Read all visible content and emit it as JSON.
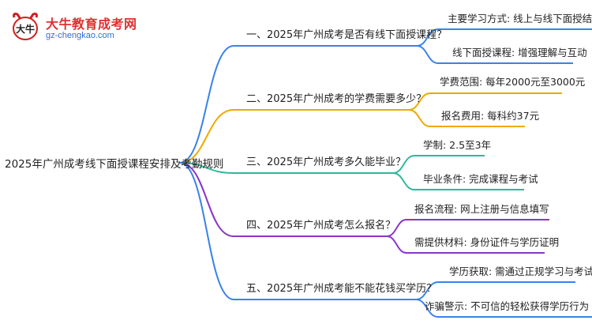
{
  "logo": {
    "title": "大牛教育成考网",
    "url": "gz-chengkao.com",
    "mark_text": "大牛",
    "colors": {
      "title": "#e03030",
      "url": "#2b6fd6"
    }
  },
  "mindmap": {
    "root": "2025年广州成考线下面授课程安排及考勤规则",
    "branches": [
      {
        "label": "一、2025年广州成考是否有线下面授课程？",
        "color": "#3a82e8",
        "leaves": [
          "主要学习方式: 线上与线下面授结合",
          "线下面授课程: 增强理解与互动"
        ]
      },
      {
        "label": "二、2025年广州成考的学费需要多少？",
        "color": "#f0a800",
        "leaves": [
          "学费范围: 每年2000元至3000元",
          "报名费用: 每科约37元"
        ]
      },
      {
        "label": "三、2025年广州成考多久能毕业？",
        "color": "#2fb89a",
        "leaves": [
          "学制: 2.5至3年",
          "毕业条件: 完成课程与考试"
        ]
      },
      {
        "label": "四、2025年广州成考怎么报名？",
        "color": "#8a35c9",
        "leaves": [
          "报名流程: 网上注册与信息填写",
          "需提供材料: 身份证件与学历证明"
        ]
      },
      {
        "label": "五、2025年广州成考能不能花钱买学历？",
        "color": "#3a82e8",
        "leaves": [
          "学历获取: 需通过正规学习与考试",
          "诈骗警示: 不可信的轻松获得学历行为"
        ]
      }
    ]
  }
}
